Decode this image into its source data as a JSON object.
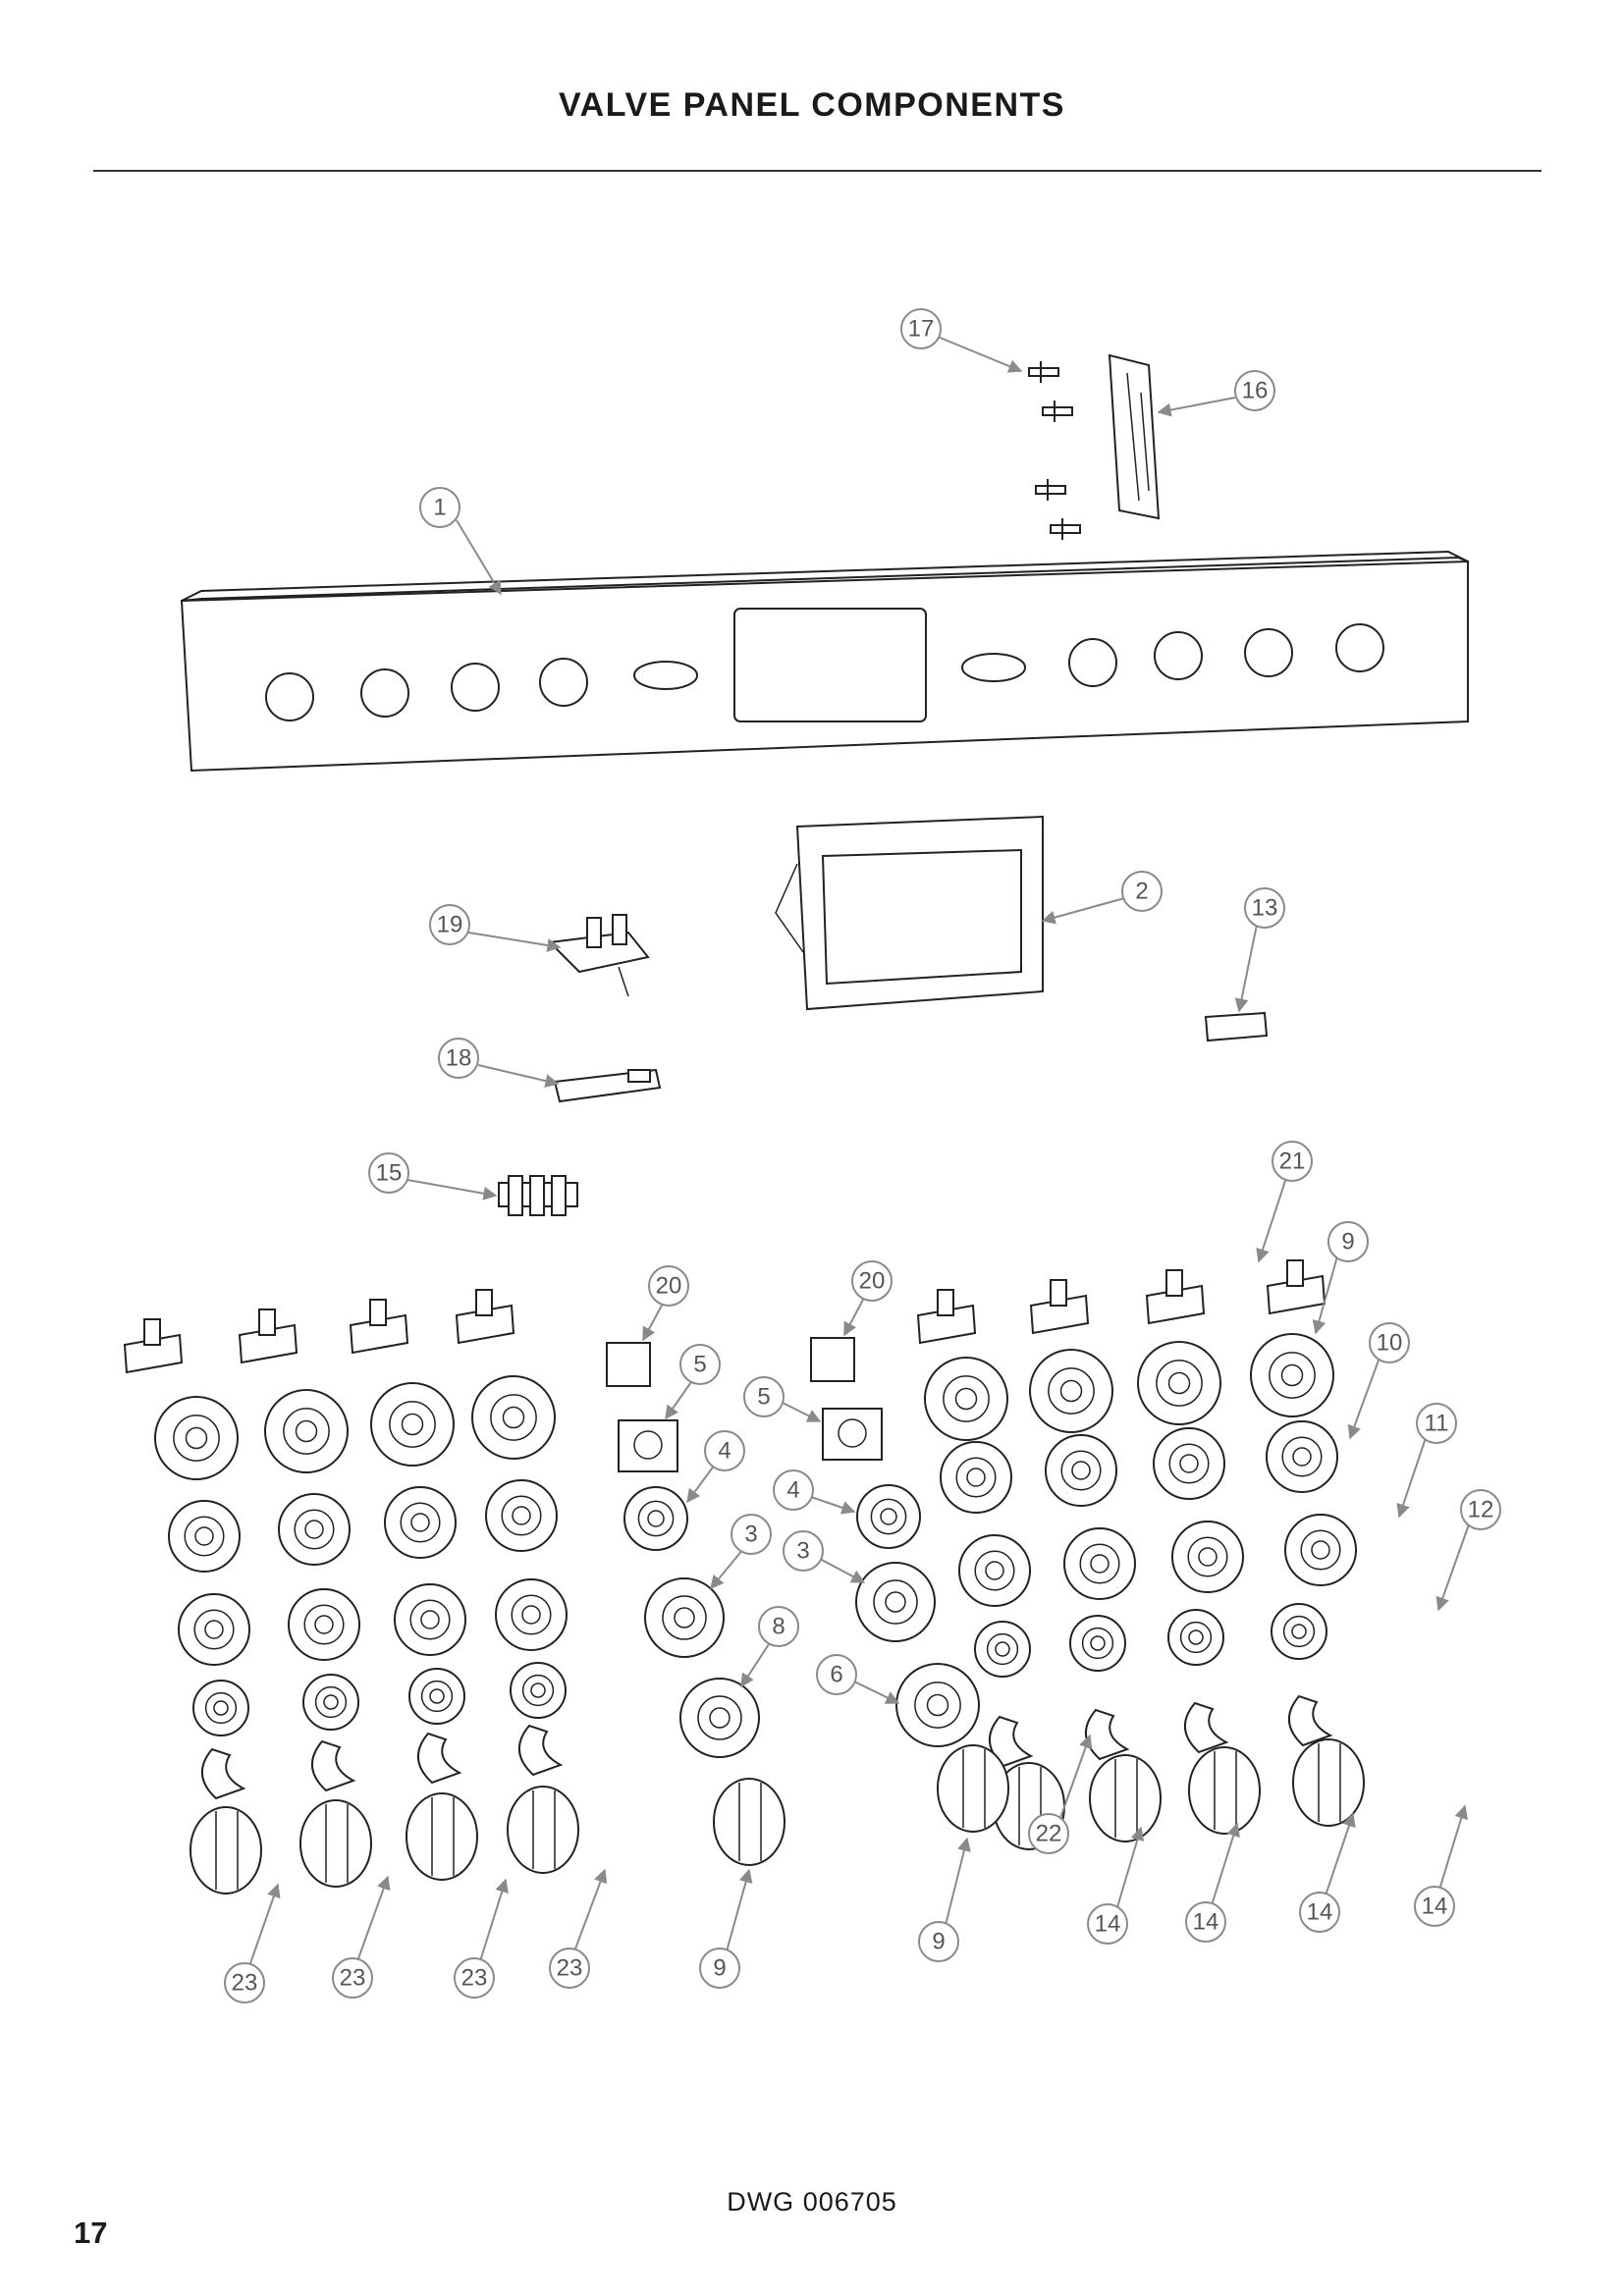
{
  "header": {
    "title": "VALVE PANEL COMPONENTS"
  },
  "footer": {
    "drawing_number": "DWG 006705",
    "page_number": "17"
  },
  "callouts": [
    "17",
    "16",
    "1",
    "2",
    "13",
    "19",
    "18",
    "15",
    "21",
    "9",
    "10",
    "20",
    "20",
    "5",
    "5",
    "11",
    "4",
    "4",
    "12",
    "3",
    "3",
    "8",
    "6",
    "22",
    "9",
    "9",
    "14",
    "14",
    "14",
    "14",
    "23",
    "23",
    "23",
    "23"
  ],
  "colors": {
    "line": "#222222",
    "callout": "#8a8a8a"
  }
}
